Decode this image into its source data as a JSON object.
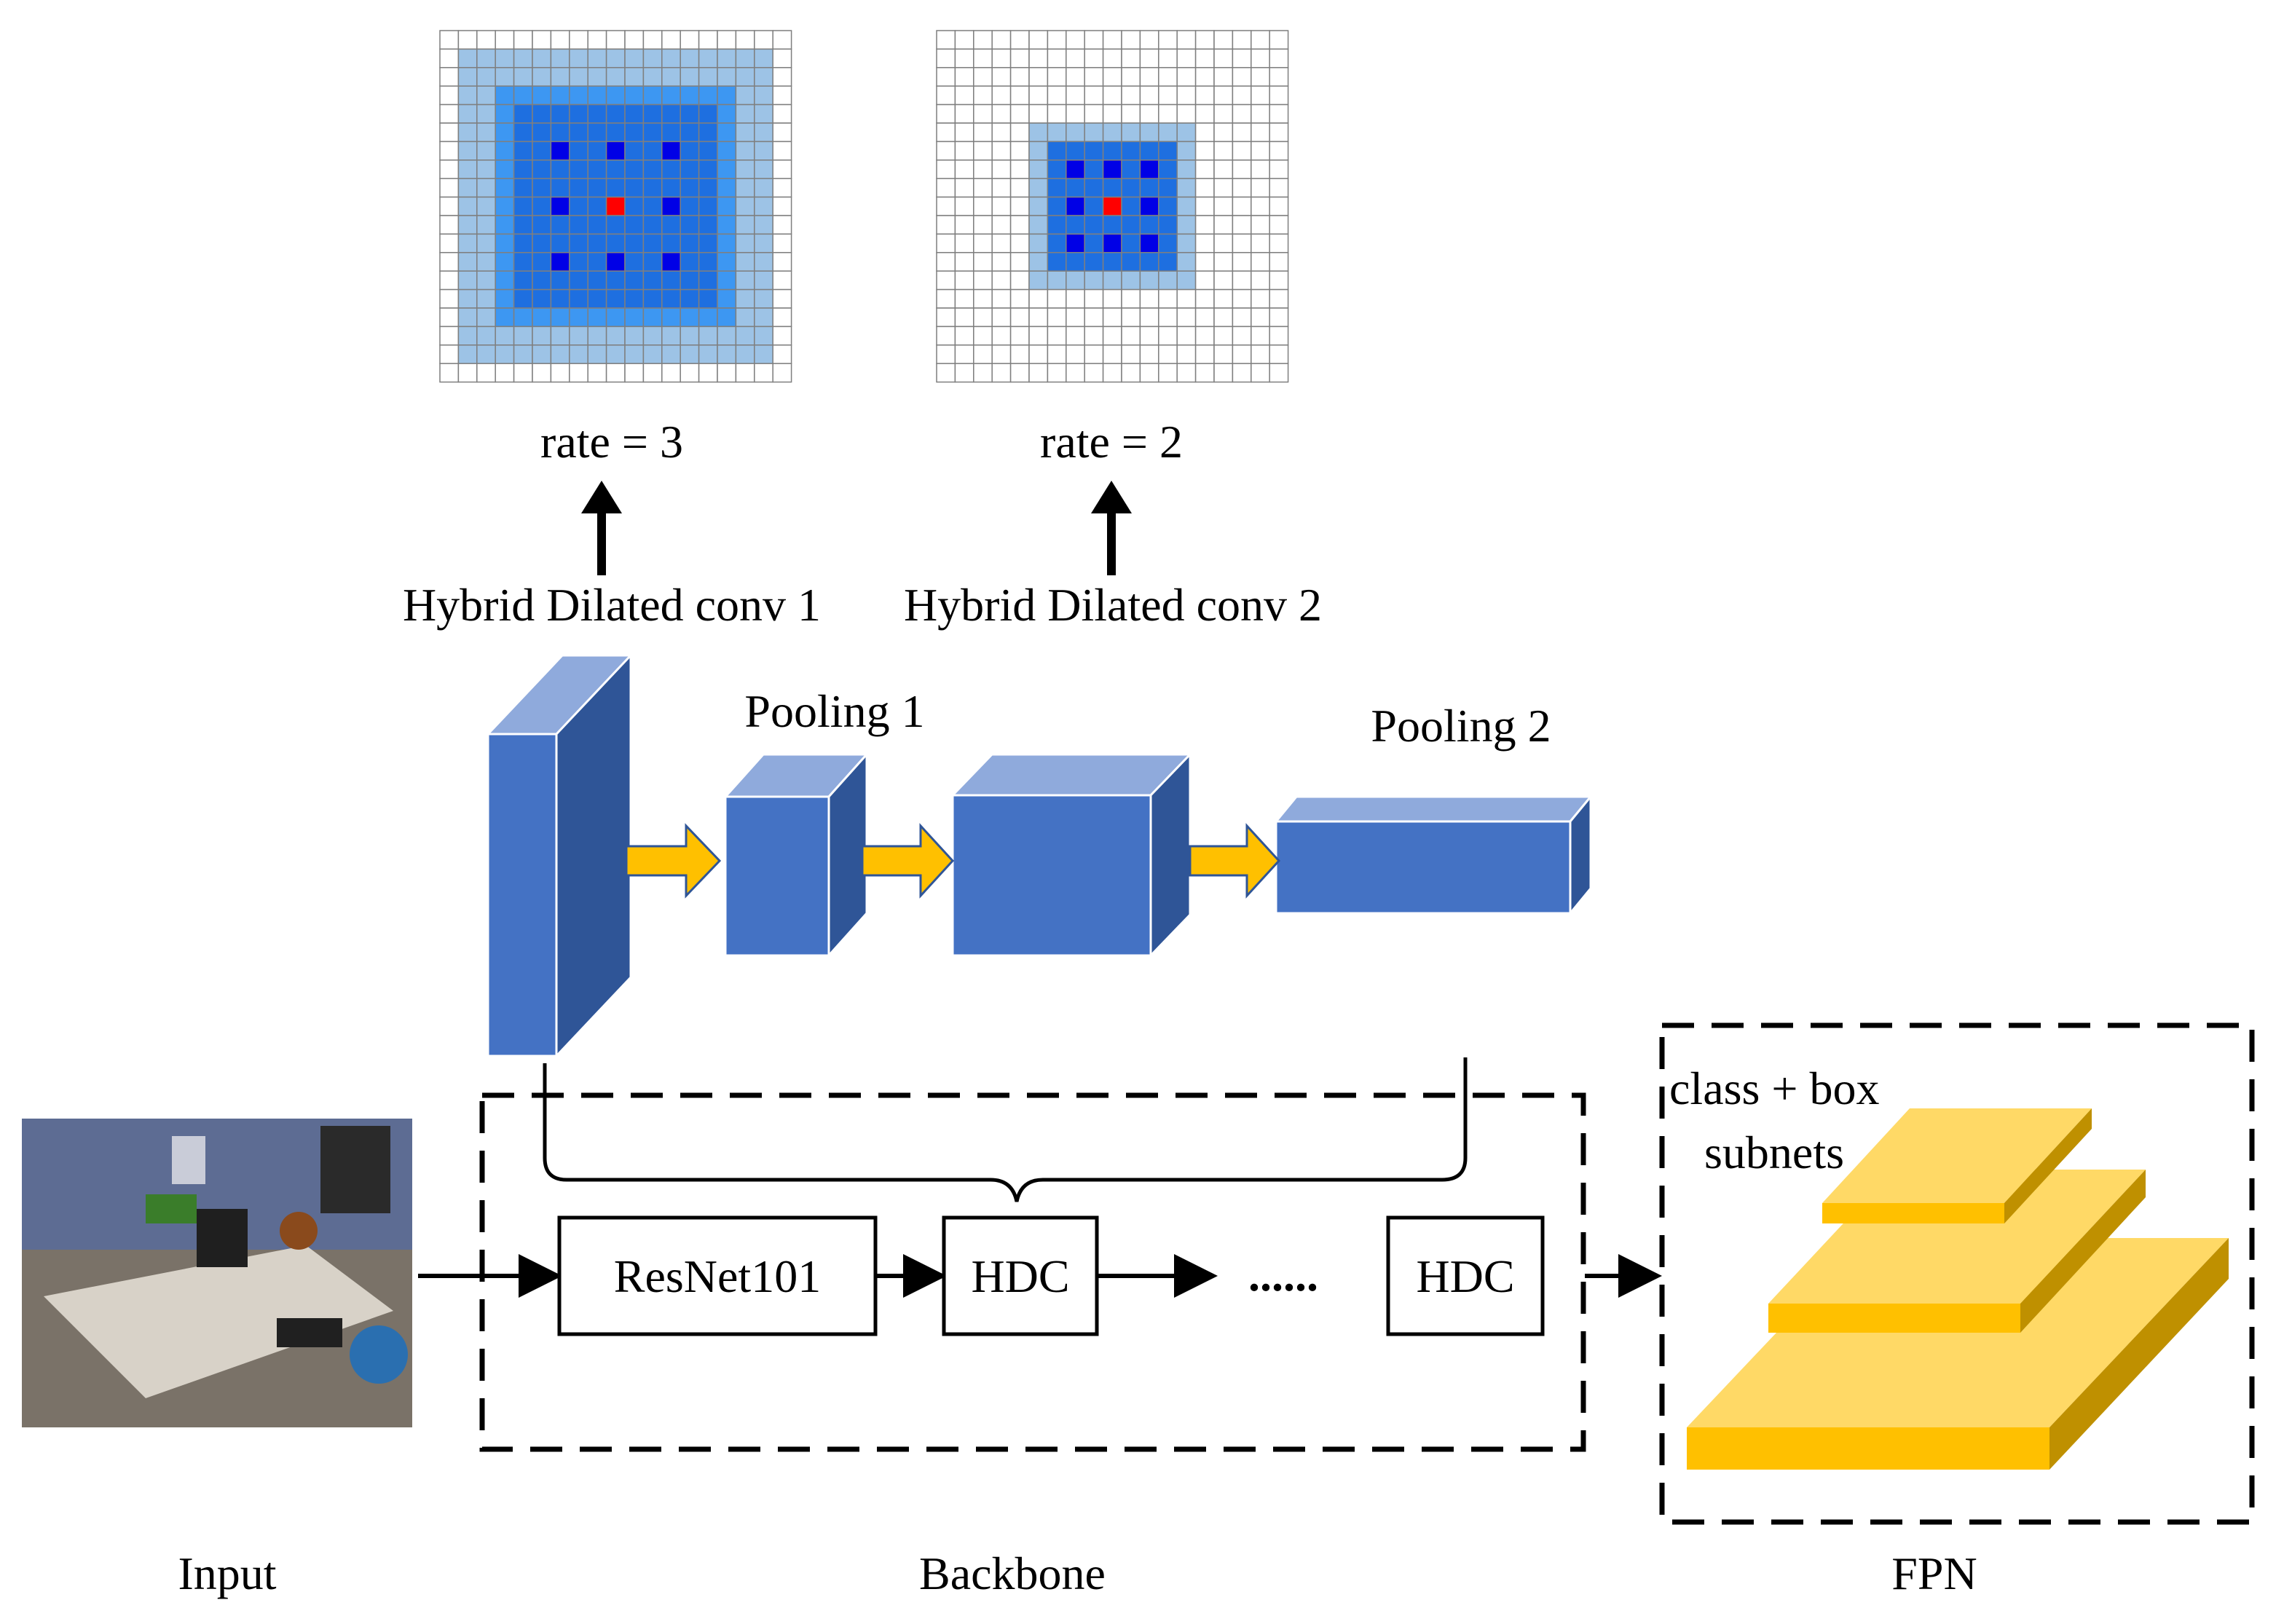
{
  "grids": [
    {
      "label": "rate = 3",
      "dilation": 3,
      "size": 19
    },
    {
      "label": "rate = 2",
      "dilation": 2,
      "size": 19
    }
  ],
  "hdc_labels": {
    "conv1": "Hybrid Dilated conv 1",
    "conv2": "Hybrid Dilated conv 2"
  },
  "pooling": {
    "p1": "Pooling 1",
    "p2": "Pooling 2"
  },
  "pipeline": {
    "resnet": "ResNet101",
    "hdc_first": "HDC",
    "ellipsis": "......",
    "hdc_last": "HDC"
  },
  "fpn": {
    "subnet_line1": "class + box",
    "subnet_line2": "subnets"
  },
  "sections": {
    "input": "Input",
    "backbone": "Backbone",
    "fpn": "FPN"
  },
  "colors": {
    "grid_light": "#9DC3E6",
    "grid_mid": "#3D97F2",
    "grid_dark": "#1E6FE0",
    "grid_kernel": "#0000E6",
    "grid_center": "#FF0000",
    "block_front": "#4472C4",
    "block_top": "#8FAADC",
    "block_side": "#2F5597",
    "arrow_fill": "#FFC000",
    "layer_top": "#FFD966",
    "layer_front": "#FFC000",
    "layer_side": "#BF9000"
  }
}
